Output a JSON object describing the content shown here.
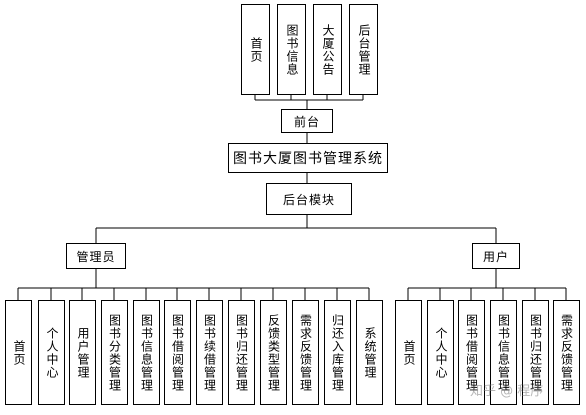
{
  "frontend": {
    "modules": [
      "首页",
      "图书信息",
      "大厦公告",
      "后台管理"
    ],
    "hub": "前台"
  },
  "system_title": "图书大厦图书管理系统",
  "backend_hub": "后台模块",
  "admin": {
    "label": "管理员",
    "modules": [
      "首页",
      "个人中心",
      "用户管理",
      "图书分类管理",
      "图书信息管理",
      "图书借阅管理",
      "图书续借管理",
      "图书归还管理",
      "反馈类型管理",
      "需求反馈管理",
      "归还入库管理",
      "系统管理"
    ]
  },
  "user": {
    "label": "用户",
    "modules": [
      "首页",
      "个人中心",
      "图书借阅管理",
      "图书信息管理",
      "图书归还管理",
      "需求反馈管理"
    ]
  },
  "watermark": "知乎 @ 程序"
}
